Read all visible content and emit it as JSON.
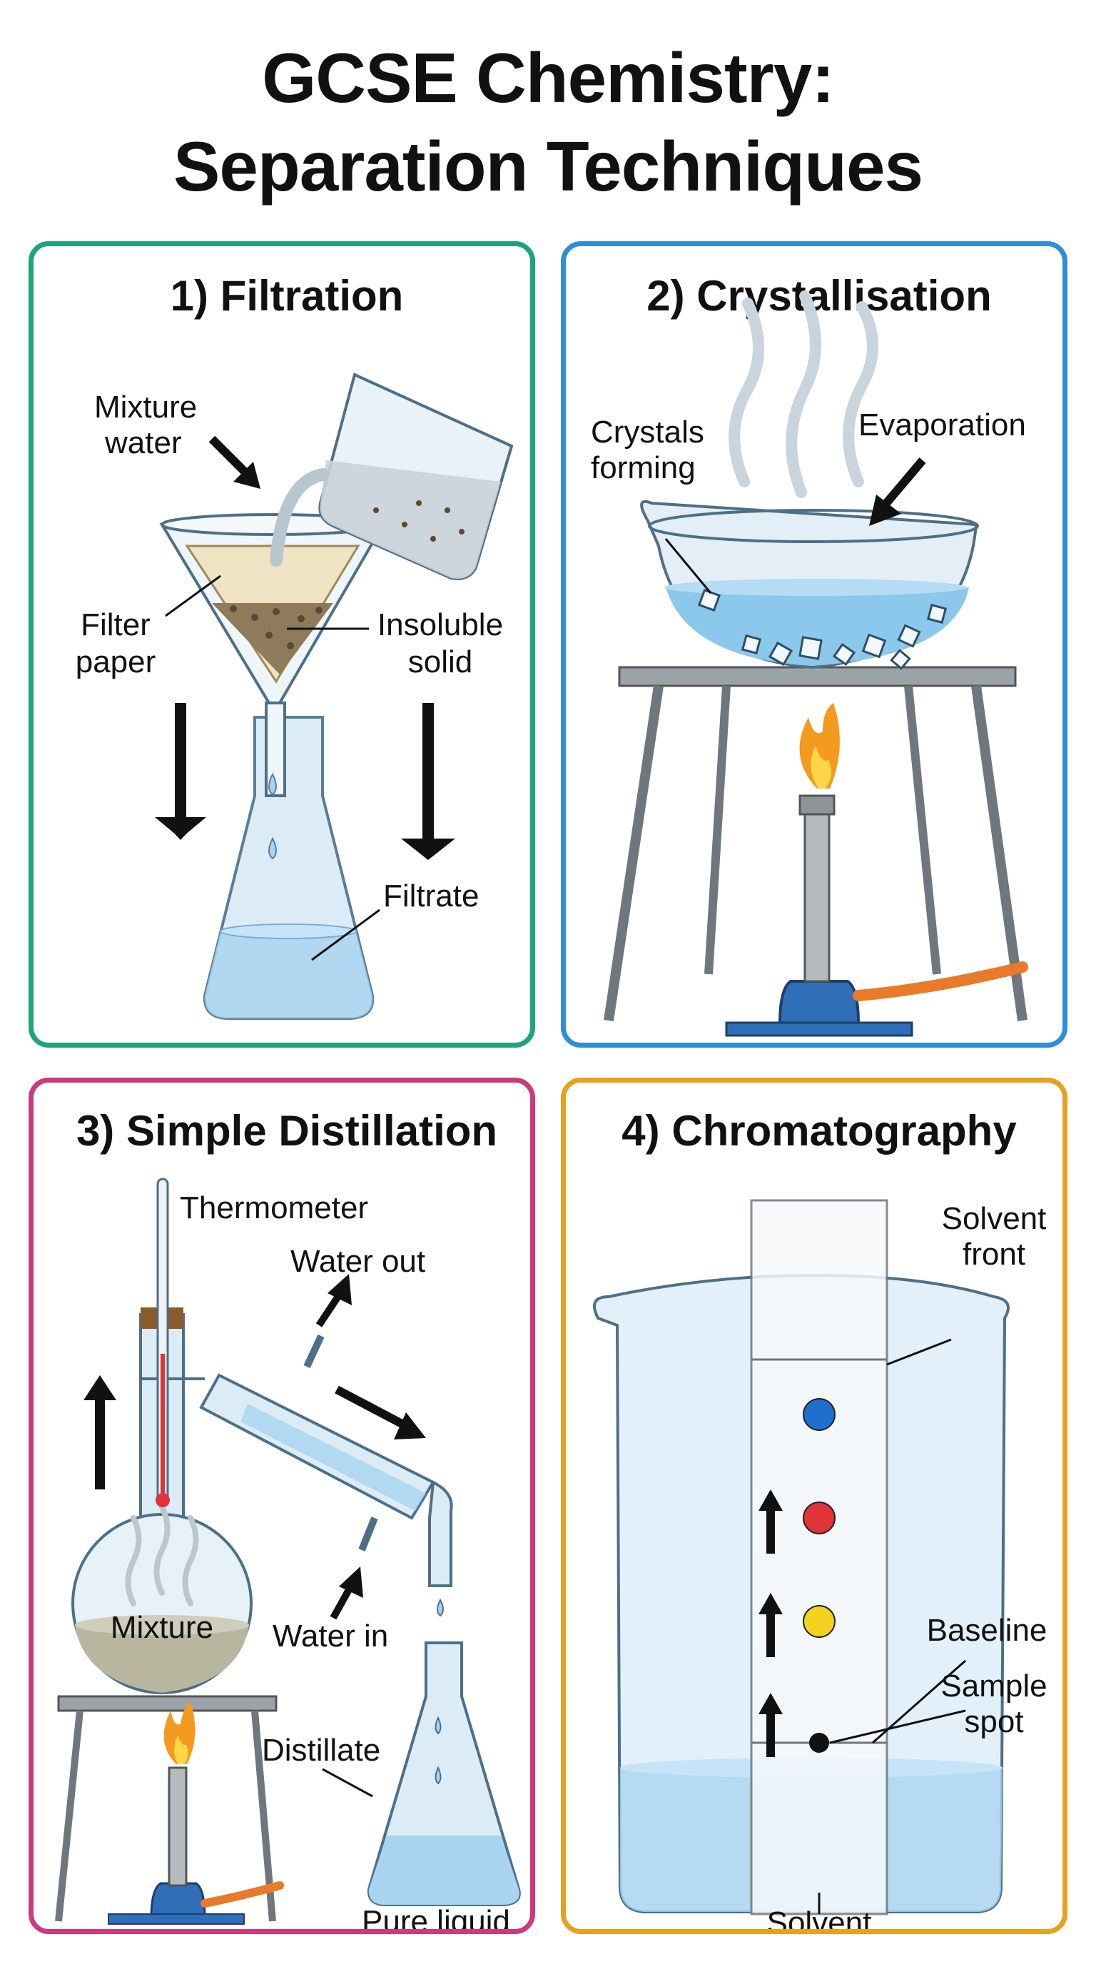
{
  "title": {
    "line1": "GCSE Chemistry:",
    "line2": "Separation Techniques"
  },
  "colors": {
    "filtration": "#1fa37a",
    "crystallisation": "#2f8fd6",
    "distillation": "#cc3a7e",
    "chromatography": "#e5a21d",
    "glass": "#dcecf7",
    "liquid": "#a9d4f0",
    "flame": "#f39a1f",
    "burner": "#2f6fb8",
    "hose": "#e87a2a",
    "spot_blue": "#1f6fd1",
    "spot_red": "#e0333a",
    "spot_yellow": "#f3d320"
  },
  "panels": {
    "filtration": {
      "title": "1) Filtration",
      "labels": {
        "mixture": "Mixture",
        "water": "water",
        "filter": "Filter",
        "paper": "paper",
        "insoluble": "Insoluble",
        "solid": "solid",
        "filtrate": "Filtrate"
      }
    },
    "crystallisation": {
      "title": "2) Crystallisation",
      "labels": {
        "crystals": "Crystals",
        "forming": "forming",
        "evaporation": "Evaporation"
      }
    },
    "distillation": {
      "title": "3) Simple Distillation",
      "labels": {
        "thermometer": "Thermometer",
        "water_out": "Water out",
        "water_in": "Water in",
        "mixture": "Mixture",
        "distillate": "Distillate",
        "pure_liquid": "Pure liquid"
      }
    },
    "chromatography": {
      "title": "4) Chromatography",
      "labels": {
        "solvent_front_1": "Solvent",
        "solvent_front_2": "front",
        "baseline": "Baseline",
        "sample_1": "Sample",
        "sample_2": "spot",
        "solvent": "Solvent"
      }
    }
  }
}
